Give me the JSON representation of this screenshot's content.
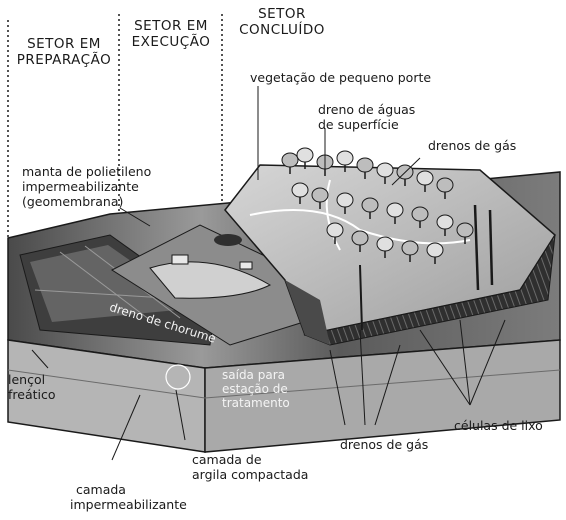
{
  "sectors": {
    "preparation": [
      "SETOR EM",
      "PREPARAÇÃO"
    ],
    "execution": [
      "SETOR EM",
      "EXECUÇÃO"
    ],
    "completed": [
      "SETOR",
      "CONCLUÍDO"
    ]
  },
  "labels": {
    "vegetation": "vegetação de pequeno porte",
    "surface_drain": [
      "dreno de águas",
      "de superfície"
    ],
    "gas_drains_top": "drenos de gás",
    "geomembrane": [
      "manta de polietileno",
      "impermeabilizante",
      "(geomembrana)"
    ],
    "leachate_drain": "dreno de chorume",
    "leachate_outlet": [
      "saída para",
      "estação de",
      "tratamento"
    ],
    "water_table": [
      "lençol",
      "freático"
    ],
    "waterproof_layer": [
      "camada",
      "impermeabilizante"
    ],
    "clay_layer": [
      "camada de",
      "argila compactada"
    ],
    "gas_drains_bottom": "drenos de gás",
    "waste_cells": "células de lixo"
  },
  "colors": {
    "ink": "#1a1a1a",
    "soil_dark": "#3a3a3a",
    "soil_mid": "#8a8a8a",
    "soil_light": "#cfcfcf"
  }
}
